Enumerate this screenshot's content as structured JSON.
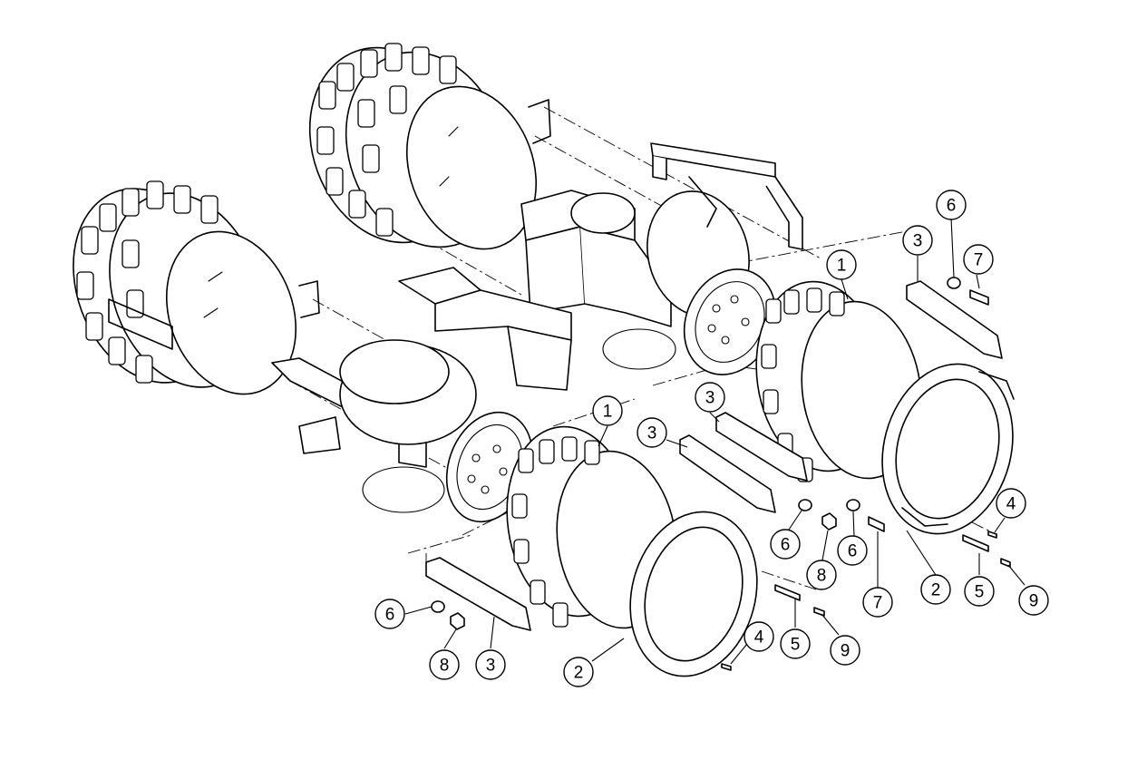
{
  "callouts": [
    {
      "id": "c1a",
      "label": "1"
    },
    {
      "id": "c1b",
      "label": "1"
    },
    {
      "id": "c2a",
      "label": "2"
    },
    {
      "id": "c2b",
      "label": "2"
    },
    {
      "id": "c3a",
      "label": "3"
    },
    {
      "id": "c3b",
      "label": "3"
    },
    {
      "id": "c3c",
      "label": "3"
    },
    {
      "id": "c3d",
      "label": "3"
    },
    {
      "id": "c4a",
      "label": "4"
    },
    {
      "id": "c4b",
      "label": "4"
    },
    {
      "id": "c5a",
      "label": "5"
    },
    {
      "id": "c5b",
      "label": "5"
    },
    {
      "id": "c6a",
      "label": "6"
    },
    {
      "id": "c6b",
      "label": "6"
    },
    {
      "id": "c6c",
      "label": "6"
    },
    {
      "id": "c6d",
      "label": "6"
    },
    {
      "id": "c7a",
      "label": "7"
    },
    {
      "id": "c7b",
      "label": "7"
    },
    {
      "id": "c8a",
      "label": "8"
    },
    {
      "id": "c8b",
      "label": "8"
    },
    {
      "id": "c9a",
      "label": "9"
    },
    {
      "id": "c9b",
      "label": "9"
    }
  ]
}
